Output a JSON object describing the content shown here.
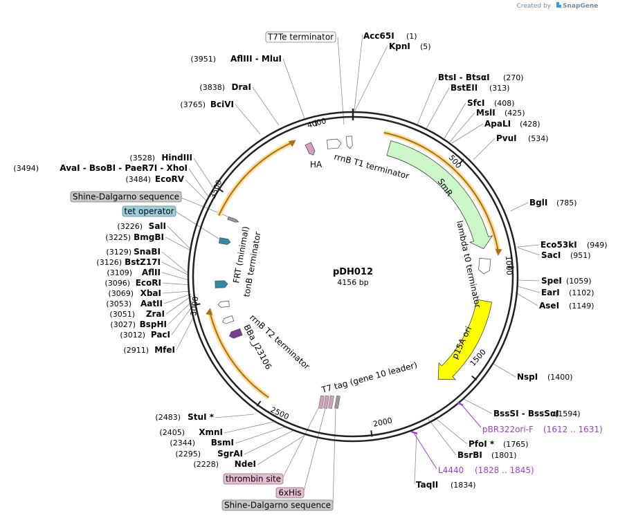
{
  "header": {
    "created_by": "Created by",
    "brand": "SnapGene"
  },
  "plasmid": {
    "name": "pDH012",
    "length": 4156,
    "length_text": "4156 bp"
  },
  "ruler_ticks": [
    "500",
    "1000",
    "1500",
    "2000",
    "2500",
    "3000",
    "3500",
    "4000"
  ],
  "sites": [
    {
      "name": "Acc65I",
      "pos": "(1)"
    },
    {
      "name": "KpnI",
      "pos": "(5)"
    },
    {
      "name": "BtsI  - BtsαI",
      "pos": "(270)"
    },
    {
      "name": "BstEII",
      "pos": "(313)"
    },
    {
      "name": "SfcI",
      "pos": "(408)"
    },
    {
      "name": "MslI",
      "pos": "(425)"
    },
    {
      "name": "ApaLI",
      "pos": "(428)"
    },
    {
      "name": "PvuI",
      "pos": "(534)"
    },
    {
      "name": "BglI",
      "pos": "(785)"
    },
    {
      "name": "Eco53kI",
      "pos": "(949)"
    },
    {
      "name": "SacI",
      "pos": "(951)"
    },
    {
      "name": "SpeI",
      "pos": "(1059)"
    },
    {
      "name": "EarI",
      "pos": "(1102)"
    },
    {
      "name": "AseI",
      "pos": "(1149)"
    },
    {
      "name": "NspI",
      "pos": "(1400)"
    },
    {
      "name": "BssSI  - BssSαI",
      "pos": "(1594)"
    },
    {
      "name": "PfoI *",
      "pos": "(1765)"
    },
    {
      "name": "BsrBI",
      "pos": "(1801)"
    },
    {
      "name": "TaqII",
      "pos": "(1834)"
    },
    {
      "name": "StuI *",
      "pos": "(2483)"
    },
    {
      "name": "XmnI",
      "pos": "(2405)"
    },
    {
      "name": "BsmI",
      "pos": "(2344)"
    },
    {
      "name": "SgrAI",
      "pos": "(2295)"
    },
    {
      "name": "NdeI",
      "pos": "(2228)"
    },
    {
      "name": "MfeI",
      "pos": "(2911)"
    },
    {
      "name": "PacI",
      "pos": "(3012)"
    },
    {
      "name": "BspHI",
      "pos": "(3027)"
    },
    {
      "name": "ZraI",
      "pos": "(3051)"
    },
    {
      "name": "AatII",
      "pos": "(3053)"
    },
    {
      "name": "XbaI",
      "pos": "(3069)"
    },
    {
      "name": "EcoRI",
      "pos": "(3096)"
    },
    {
      "name": "AflII",
      "pos": "(3109)"
    },
    {
      "name": "BstZ17I",
      "pos": "(3126)"
    },
    {
      "name": "SnaBI",
      "pos": "(3129)"
    },
    {
      "name": "BmgBI",
      "pos": "(3225)"
    },
    {
      "name": "SalI",
      "pos": "(3226)"
    },
    {
      "name": "EcoRV",
      "pos": "(3484)"
    },
    {
      "name": "AvaI  - BsoBI  - PaeR7I  - XhoI",
      "pos": "(3494)"
    },
    {
      "name": "HindIII",
      "pos": "(3528)"
    },
    {
      "name": "BciVI",
      "pos": "(3765)"
    },
    {
      "name": "DraI",
      "pos": "(3838)"
    },
    {
      "name": "AflIII  - MluI",
      "pos": "(3951)"
    }
  ],
  "primers": [
    {
      "name": "pBR322ori-F",
      "range": "(1612 .. 1631)"
    },
    {
      "name": "L4440",
      "range": "(1828 .. 1845)"
    }
  ],
  "boxed_features": [
    {
      "label": "T7Te terminator",
      "color": "#ffffff"
    },
    {
      "label": "Shine-Dalgarno sequence",
      "color": "#c8c8c8"
    },
    {
      "label": "tet operator",
      "color": "#9ad0dc"
    },
    {
      "label": "thrombin site",
      "color": "#e6bcd2"
    },
    {
      "label": "6xHis",
      "color": "#e6bcd2"
    },
    {
      "label": "Shine-Dalgarno sequence",
      "color": "#c8c8c8"
    }
  ],
  "features": [
    {
      "label": "SmR",
      "color": "#ccf7c8"
    },
    {
      "label": "p15A ori",
      "color": "#ffff00"
    },
    {
      "label": "HA",
      "color": "#d4a0bc"
    },
    {
      "label": "rrnB T1 terminator",
      "color": "#ffffff"
    },
    {
      "label": "lambda t0 terminator",
      "color": "#ffffff"
    },
    {
      "label": "T7 tag (gene 10 leader)",
      "color": "#d4a0bc"
    },
    {
      "label": "rrnB T2 terminator",
      "color": "#ffffff"
    },
    {
      "label": "BBa_J23106",
      "color": "#7a3d8c"
    },
    {
      "label": "tonB terminator",
      "color": "#ffffff"
    },
    {
      "label": "FRT (minimal)",
      "color": "#2f8aa4"
    }
  ],
  "colors": {
    "orf": "#f0a030",
    "primer": "#a03cd8",
    "backbone": "#222222"
  }
}
